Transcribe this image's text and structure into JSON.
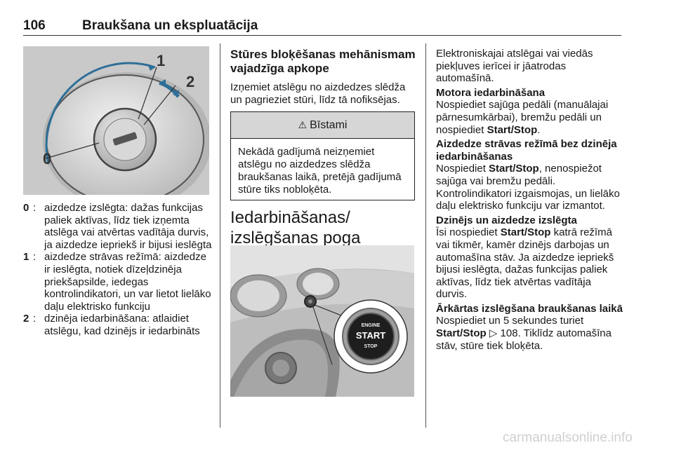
{
  "header": {
    "page_number": "106",
    "title": "Braukšana un ekspluatācija"
  },
  "figure_lock": {
    "labels": [
      "0",
      "1",
      "2"
    ]
  },
  "legend": [
    {
      "key": "0",
      "text": "aizdedze izslēgta: dažas funkcijas paliek aktīvas, līdz tiek izņemta atslēga vai atvērtas vadītāja durvis, ja aizdedze iepriekš ir bijusi ieslēgta"
    },
    {
      "key": "1",
      "text": "aizdedze strāvas režīmā: aizdedze ir ieslēgta, notiek dīzeļdzinēja priekšapsilde, iedegas kontrolindikatori, un var lietot lielāko daļu elektrisko funkciju"
    },
    {
      "key": "2",
      "text": "dzinēja iedarbināšana: atlaidiet atslēgu, kad dzinējs ir iedarbināts"
    }
  ],
  "column2": {
    "heading": "Stūres bloķēšanas mehānismam vajadzīga apkope",
    "paragraph": "Izņemiet atslēgu no aizdedzes slēdža un pagrieziet stūri, līdz tā nofiksējas.",
    "warning": {
      "title": "Bīstami",
      "body": "Nekādā gadījumā neizņemiet atslēgu no aizdedzes slēdža braukšanas laikā, pretējā gadījumā stūre tiks nobloķēta."
    },
    "section_title": "Iedarbināšanas/ izslēgšanas poga",
    "button_text": {
      "top": "ENGINE",
      "mid": "START",
      "bottom": "STOP"
    }
  },
  "column3": {
    "intro": "Elektroniskajai atslēgai vai viedās piekļuves ierīcei ir jāatrodas automašīnā.",
    "s1_title": "Motora iedarbināšana",
    "s1_text_a": "Nospiediet sajūga pedāli (manuālajai pārnesumkārbai), bremžu pedāli un nospiediet ",
    "s1_bold": "Start/Stop",
    "s1_text_b": ".",
    "s2_title": "Aizdedze strāvas režīmā bez dzinēja iedarbināšanas",
    "s2_text_a": "Nospiediet ",
    "s2_bold": "Start/Stop",
    "s2_text_b": ", nenospiežot sajūga vai bremžu pedāli. Kontrolindikatori izgaismojas, un lielāko daļu elektrisko funkciju var izmantot.",
    "s3_title": "Dzinējs un aizdedze izslēgta",
    "s3_text_a": "Īsi nospiediet ",
    "s3_bold": "Start/Stop",
    "s3_text_b": " katrā režīmā vai tikmēr, kamēr dzinējs darbojas un automašīna stāv. Ja aizdedze iepriekš bijusi ieslēgta, dažas funkcijas paliek aktīvas, līdz tiek atvērtas vadītāja durvis.",
    "s4_title": "Ārkārtas izslēgšana braukšanas laikā",
    "s4_text_a": "Nospiediet un 5 sekundes turiet ",
    "s4_bold": "Start/Stop",
    "s4_ref": " 108. Tiklīdz automašīna stāv, stūre tiek bloķēta.",
    "ref_arrow": "▷"
  },
  "footer": {
    "watermark": "carmanualsonline.info"
  }
}
